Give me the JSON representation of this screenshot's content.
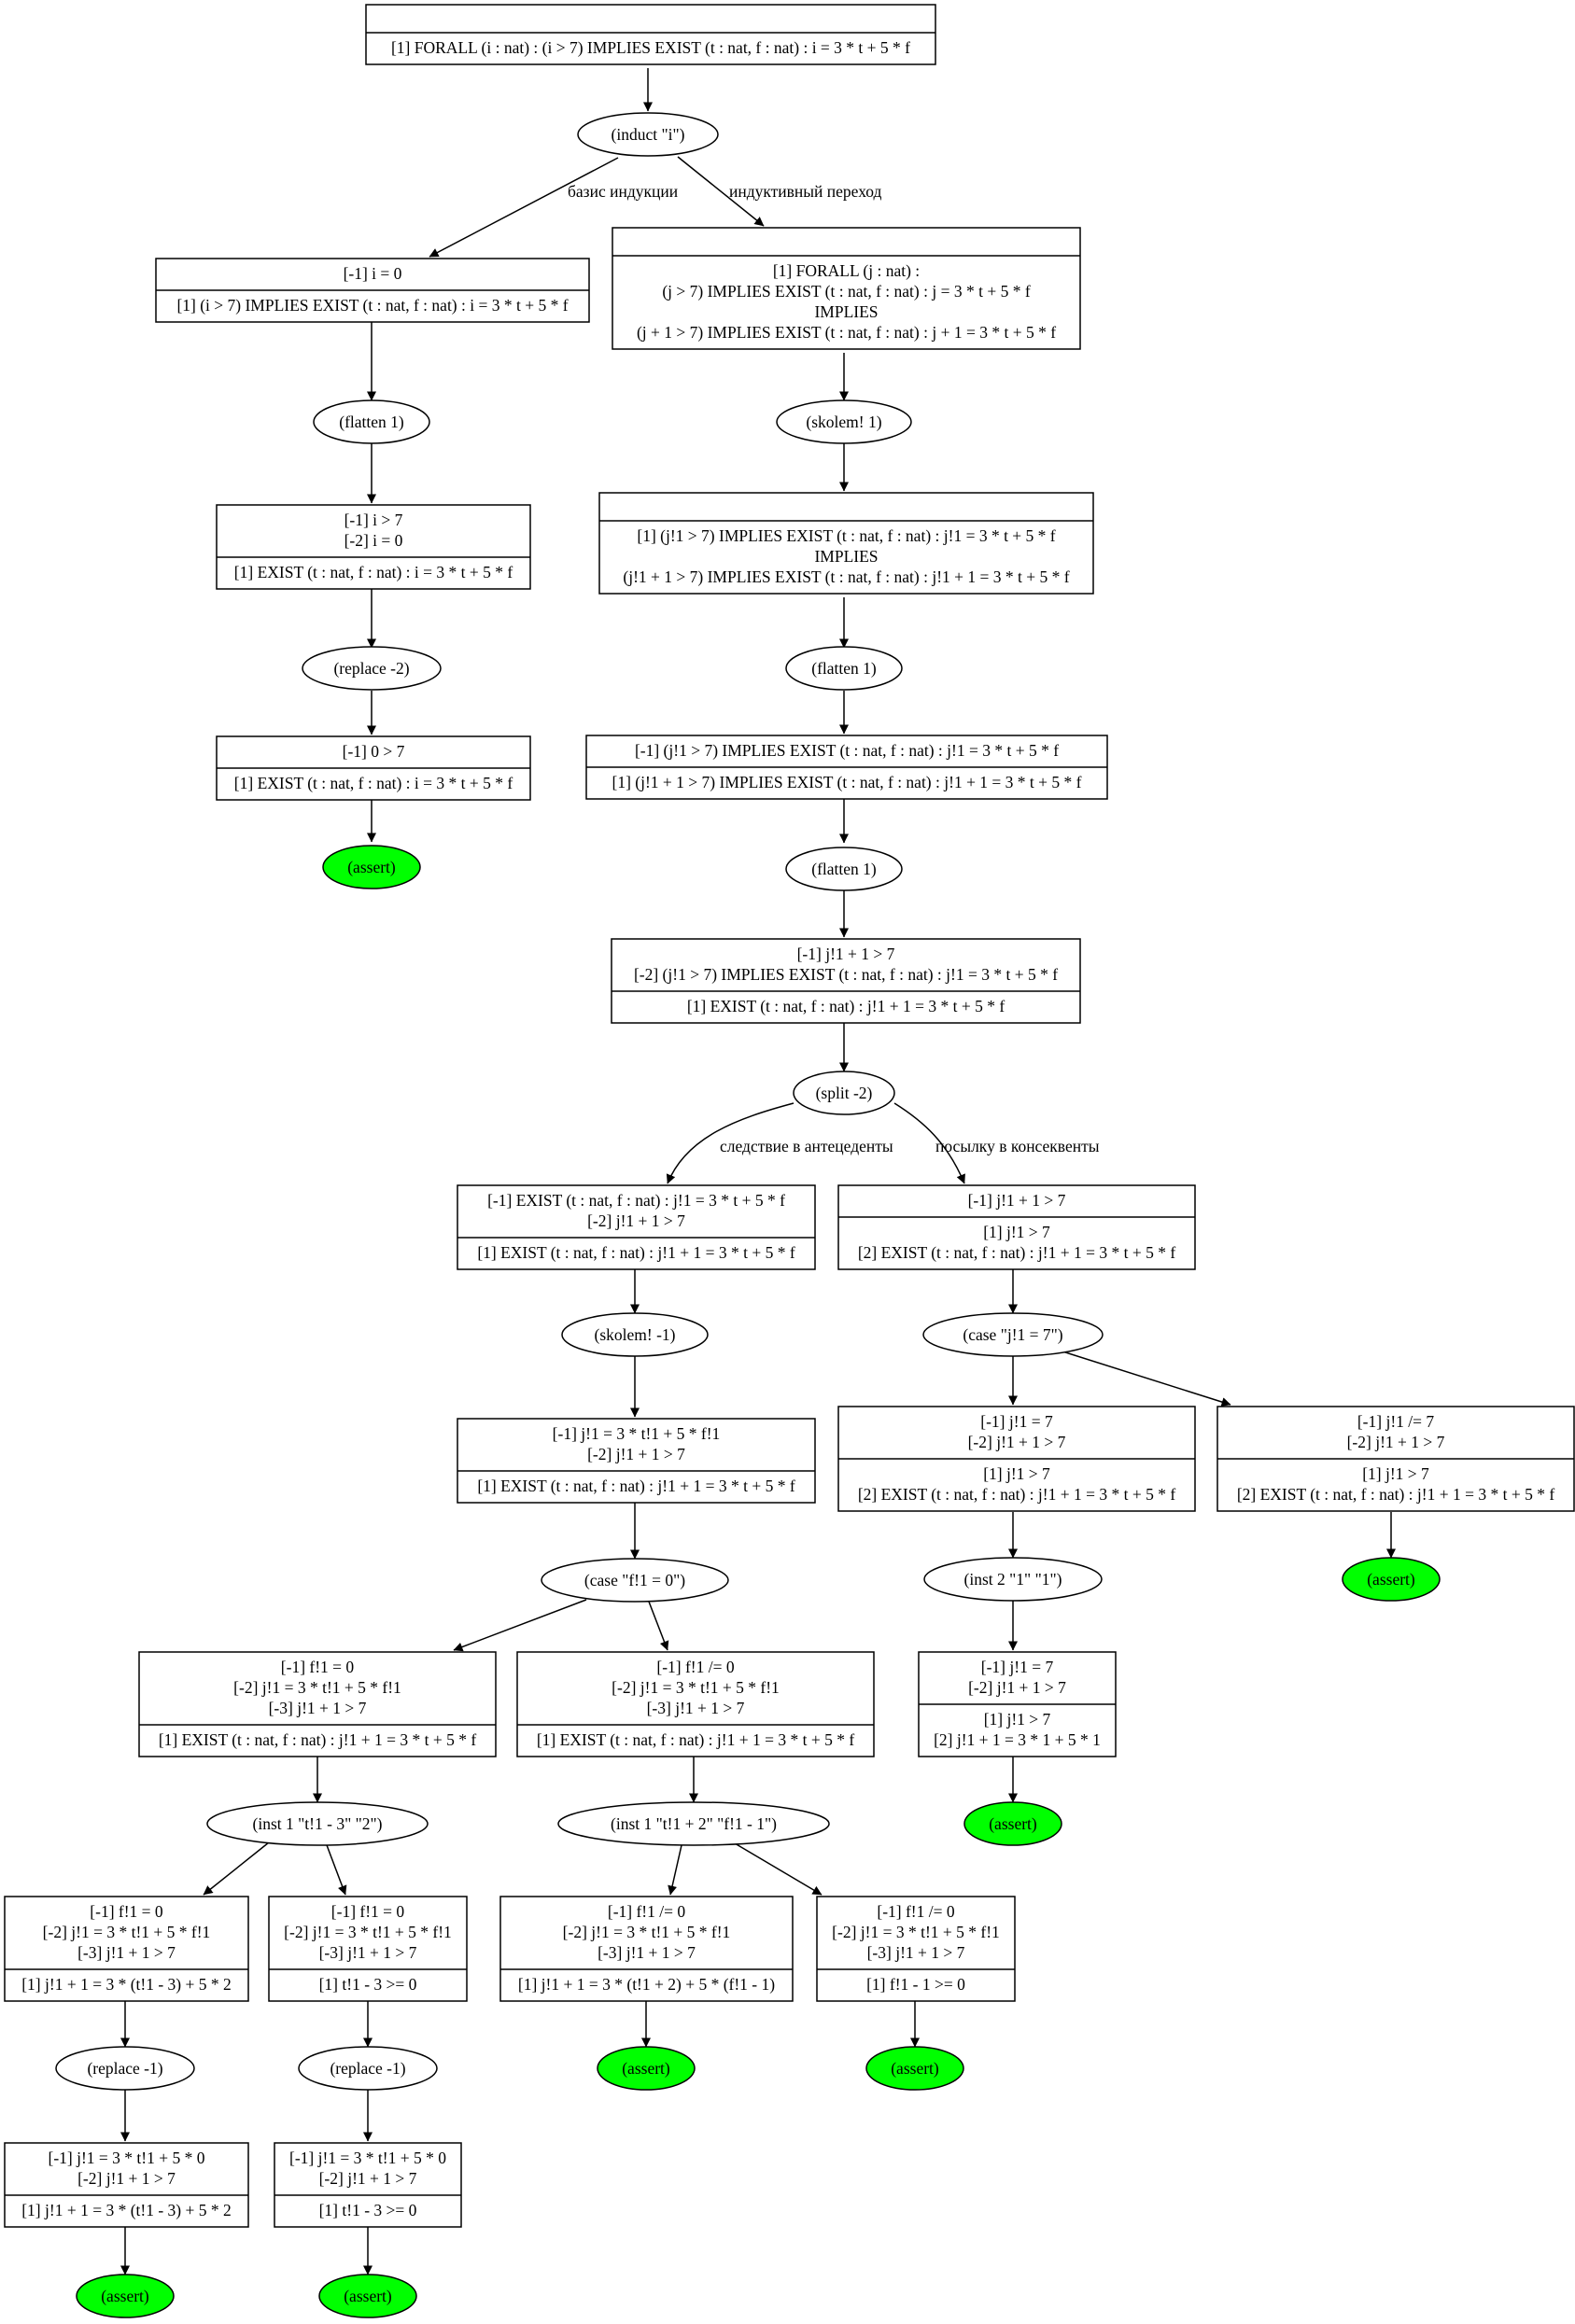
{
  "colors": {
    "background": "#ffffff",
    "stroke": "#000000",
    "assert_fill": "#00ff00"
  },
  "diagram": {
    "sequents": {
      "s_root": {
        "ante": [],
        "cons": [
          "[1] FORALL (i : nat) : (i > 7) IMPLIES EXIST (t : nat, f : nat) : i = 3 * t + 5 * f"
        ]
      },
      "s_base": {
        "ante": [
          "[-1] i = 0"
        ],
        "cons": [
          "[1] (i > 7) IMPLIES EXIST (t : nat, f : nat) : i = 3 * t + 5 * f"
        ]
      },
      "s_step": {
        "ante": [],
        "cons": [
          "[1] FORALL (j : nat) :",
          "(j > 7) IMPLIES EXIST (t : nat, f : nat) : j = 3 * t + 5 * f",
          "IMPLIES",
          "(j + 1 > 7) IMPLIES EXIST (t : nat, f : nat) : j + 1 = 3 * t + 5 * f"
        ]
      },
      "s_b1": {
        "ante": [
          "[-1] i > 7",
          "[-2] i = 0"
        ],
        "cons": [
          "[1] EXIST (t : nat, f : nat) : i = 3 * t + 5 * f"
        ]
      },
      "s_b2": {
        "ante": [
          "[-1] 0 > 7"
        ],
        "cons": [
          "[1] EXIST (t : nat, f : nat) : i = 3 * t + 5 * f"
        ]
      },
      "s_st1": {
        "ante": [],
        "cons": [
          "[1] (j!1 > 7) IMPLIES EXIST (t : nat, f : nat) : j!1 = 3 * t + 5 * f",
          "IMPLIES",
          "(j!1 + 1 > 7) IMPLIES EXIST (t : nat, f : nat) : j!1 + 1 = 3 * t + 5 * f"
        ]
      },
      "s_st2": {
        "ante": [
          "[-1] (j!1 > 7) IMPLIES EXIST (t : nat, f : nat) : j!1 = 3 * t + 5 * f"
        ],
        "cons": [
          "[1] (j!1 + 1 > 7) IMPLIES EXIST (t : nat, f : nat) : j!1 + 1 = 3 * t + 5 * f"
        ]
      },
      "s_st3": {
        "ante": [
          "[-1] j!1 + 1 > 7",
          "[-2] (j!1 > 7) IMPLIES EXIST (t : nat, f : nat) : j!1 = 3 * t + 5 * f"
        ],
        "cons": [
          "[1] EXIST (t : nat, f : nat) : j!1 + 1 = 3 * t + 5 * f"
        ]
      },
      "s_sl": {
        "ante": [
          "[-1] EXIST (t : nat, f : nat) : j!1 = 3 * t + 5 * f",
          "[-2] j!1 + 1 > 7"
        ],
        "cons": [
          "[1] EXIST (t : nat, f : nat) : j!1 + 1 = 3 * t + 5 * f"
        ]
      },
      "s_sr": {
        "ante": [
          "[-1] j!1 + 1 > 7"
        ],
        "cons": [
          "[1] j!1 > 7",
          "[2] EXIST (t : nat, f : nat) : j!1 + 1 = 3 * t + 5 * f"
        ]
      },
      "s_sk": {
        "ante": [
          "[-1] j!1 = 3 * t!1 + 5 * f!1",
          "[-2] j!1 + 1 > 7"
        ],
        "cons": [
          "[1] EXIST (t : nat, f : nat) : j!1 + 1 = 3 * t + 5 * f"
        ]
      },
      "s_j7": {
        "ante": [
          "[-1] j!1 = 7",
          "[-2] j!1 + 1 > 7"
        ],
        "cons": [
          "[1] j!1 > 7",
          "[2] EXIST (t : nat, f : nat) : j!1 + 1 = 3 * t + 5 * f"
        ]
      },
      "s_jn7": {
        "ante": [
          "[-1] j!1 /= 7",
          "[-2] j!1 + 1 > 7"
        ],
        "cons": [
          "[1] j!1 > 7",
          "[2] EXIST (t : nat, f : nat) : j!1 + 1 = 3 * t + 5 * f"
        ]
      },
      "s_j7i": {
        "ante": [
          "[-1] j!1 = 7",
          "[-2] j!1 + 1 > 7"
        ],
        "cons": [
          "[1] j!1 > 7",
          "[2] j!1 + 1 = 3 * 1 + 5 * 1"
        ]
      },
      "s_f0": {
        "ante": [
          "[-1] f!1 = 0",
          "[-2] j!1 = 3 * t!1 + 5 * f!1",
          "[-3] j!1 + 1 > 7"
        ],
        "cons": [
          "[1] EXIST (t : nat, f : nat) : j!1 + 1 = 3 * t + 5 * f"
        ]
      },
      "s_fn0": {
        "ante": [
          "[-1] f!1 /= 0",
          "[-2] j!1 = 3 * t!1 + 5 * f!1",
          "[-3] j!1 + 1 > 7"
        ],
        "cons": [
          "[1] EXIST (t : nat, f : nat) : j!1 + 1 = 3 * t + 5 * f"
        ]
      },
      "s_f0a": {
        "ante": [
          "[-1] f!1 = 0",
          "[-2] j!1 = 3 * t!1 + 5 * f!1",
          "[-3] j!1 + 1 > 7"
        ],
        "cons": [
          "[1] j!1 + 1 = 3 * (t!1 - 3) + 5 * 2"
        ]
      },
      "s_f0b": {
        "ante": [
          "[-1] f!1 = 0",
          "[-2] j!1 = 3 * t!1 + 5 * f!1",
          "[-3] j!1 + 1 > 7"
        ],
        "cons": [
          "[1] t!1 - 3 >= 0"
        ]
      },
      "s_fn0a": {
        "ante": [
          "[-1] f!1 /= 0",
          "[-2] j!1 = 3 * t!1 + 5 * f!1",
          "[-3] j!1 + 1 > 7"
        ],
        "cons": [
          "[1] j!1 + 1 = 3 * (t!1 + 2) + 5 * (f!1 - 1)"
        ]
      },
      "s_fn0b": {
        "ante": [
          "[-1] f!1 /= 0",
          "[-2] j!1 = 3 * t!1 + 5 * f!1",
          "[-3] j!1 + 1 > 7"
        ],
        "cons": [
          "[1] f!1 - 1 >= 0"
        ]
      },
      "s_f0a2": {
        "ante": [
          "[-1] j!1 = 3 * t!1 + 5 * 0",
          "[-2] j!1 + 1 > 7"
        ],
        "cons": [
          "[1] j!1 + 1 = 3 * (t!1 - 3) + 5 * 2"
        ]
      },
      "s_f0b2": {
        "ante": [
          "[-1] j!1 = 3 * t!1 + 5 * 0",
          "[-2] j!1 + 1 > 7"
        ],
        "cons": [
          "[1] t!1 - 3 >= 0"
        ]
      }
    },
    "commands": {
      "c_induct": {
        "label": "(induct \"i\")",
        "assert": false
      },
      "c_flat_b": {
        "label": "(flatten 1)",
        "assert": false
      },
      "c_repl_b": {
        "label": "(replace -2)",
        "assert": false
      },
      "c_as_b": {
        "label": "(assert)",
        "assert": true
      },
      "c_skolem": {
        "label": "(skolem! 1)",
        "assert": false
      },
      "c_flat1": {
        "label": "(flatten 1)",
        "assert": false
      },
      "c_flat2": {
        "label": "(flatten 1)",
        "assert": false
      },
      "c_split": {
        "label": "(split -2)",
        "assert": false
      },
      "c_skm1": {
        "label": "(skolem! -1)",
        "assert": false
      },
      "c_case_j": {
        "label": "(case \"j!1 = 7\")",
        "assert": false
      },
      "c_case_f": {
        "label": "(case \"f!1 = 0\")",
        "assert": false
      },
      "c_inst_j": {
        "label": "(inst 2 \"1\" \"1\")",
        "assert": false
      },
      "c_as_jn7": {
        "label": "(assert)",
        "assert": true
      },
      "c_as_j7": {
        "label": "(assert)",
        "assert": true
      },
      "c_inst_f0": {
        "label": "(inst 1 \"t!1 - 3\" \"2\")",
        "assert": false
      },
      "c_inst_fn0": {
        "label": "(inst 1 \"t!1 + 2\" \"f!1 - 1\")",
        "assert": false
      },
      "c_repl_a": {
        "label": "(replace -1)",
        "assert": false
      },
      "c_repl_c": {
        "label": "(replace -1)",
        "assert": false
      },
      "c_as_fn0a": {
        "label": "(assert)",
        "assert": true
      },
      "c_as_fn0b": {
        "label": "(assert)",
        "assert": true
      },
      "c_as_f0a": {
        "label": "(assert)",
        "assert": true
      },
      "c_as_f0b": {
        "label": "(assert)",
        "assert": true
      }
    },
    "edge_labels": {
      "base": "базис индукции",
      "step": "индуктивный переход",
      "split_left": "следствие в антецеденты",
      "split_right": "посылку в консеквенты"
    }
  }
}
